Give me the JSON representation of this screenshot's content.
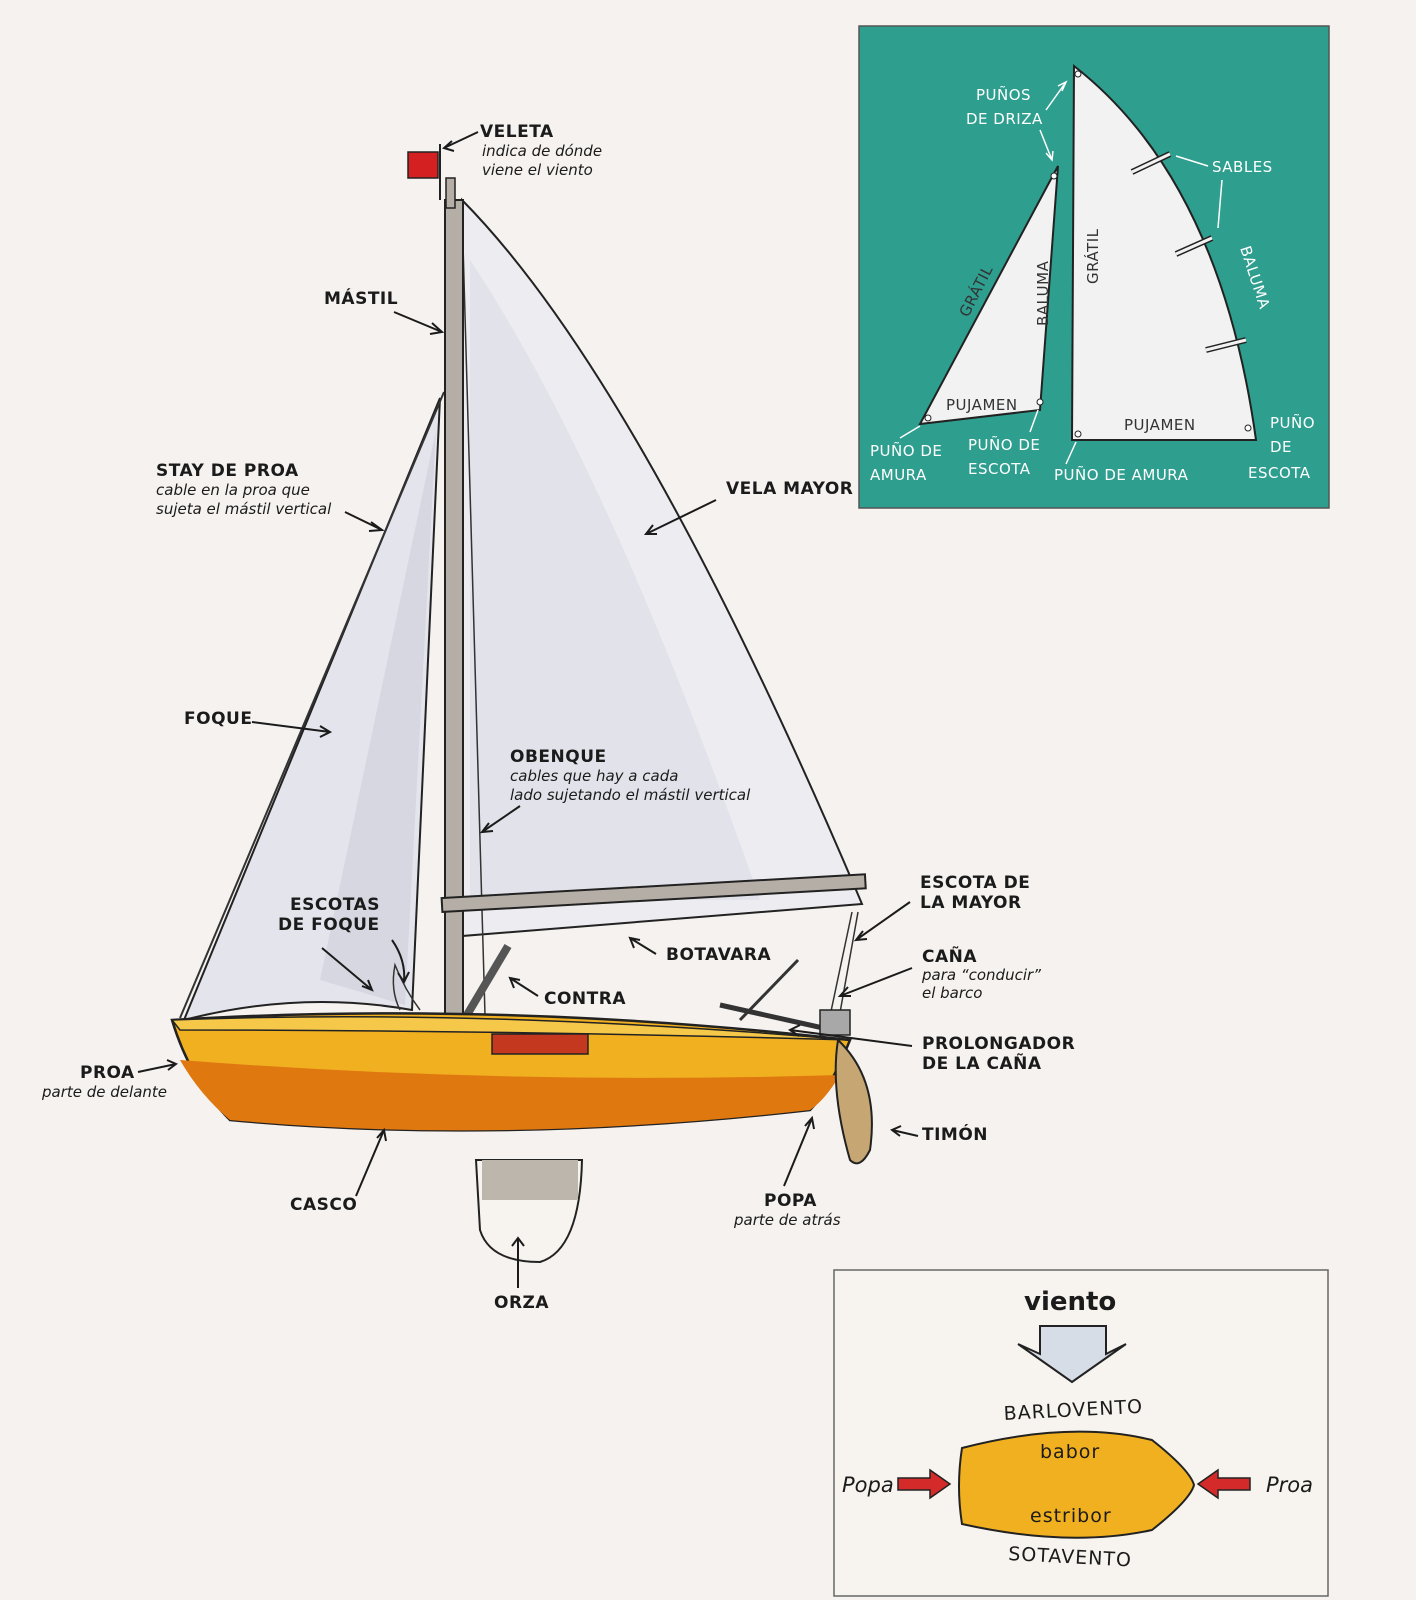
{
  "boat_labels": {
    "veleta": {
      "title": "VELETA",
      "line1": "indica de dónde",
      "line2": "viene el viento"
    },
    "mastil": "MÁSTIL",
    "stay": {
      "title": "STAY DE PROA",
      "line1": "cable en la proa que",
      "line2": "sujeta el mástil vertical"
    },
    "vela_mayor": "VELA MAYOR",
    "foque": "FOQUE",
    "obenque": {
      "title": "OBENQUE",
      "line1": "cables que hay a cada",
      "line2": "lado sujetando el mástil vertical"
    },
    "escota_mayor": {
      "line1": "ESCOTA DE",
      "line2": "LA MAYOR"
    },
    "escotas_foque": {
      "line1": "ESCOTAS",
      "line2": "DE FOQUE"
    },
    "botavara": "BOTAVARA",
    "cana": {
      "title": "CAÑA",
      "line1": "para “conducir”",
      "line2": "el barco"
    },
    "contra": "CONTRA",
    "prolongador": {
      "line1": "PROLONGADOR",
      "line2": "DE LA CAÑA"
    },
    "proa": {
      "title": "PROA",
      "line1": "parte de delante"
    },
    "timon": "TIMÓN",
    "popa": {
      "title": "POPA",
      "line1": "parte de atrás"
    },
    "casco": "CASCO",
    "orza": "ORZA"
  },
  "sails_inset": {
    "punos_driza": {
      "line1": "PUÑOS",
      "line2": "DE DRIZA"
    },
    "sables": "SABLES",
    "gratil_left": "GRÁTIL",
    "baluma_left": "BALUMA",
    "gratil_right": "GRÁTIL",
    "baluma_right": "BALUMA",
    "pujamen_left": "PUJAMEN",
    "pujamen_right": "PUJAMEN",
    "puno_amura_left": {
      "line1": "PUÑO DE",
      "line2": "AMURA"
    },
    "puno_escota_left": {
      "line1": "PUÑO DE",
      "line2": "ESCOTA"
    },
    "puno_amura_right": "PUÑO DE AMURA",
    "puno_escota_right": {
      "line1": "PUÑO",
      "line2": "DE",
      "line3": "ESCOTA"
    }
  },
  "wind_box": {
    "title": "viento",
    "barlovento": "BARLOVENTO",
    "babor": "babor",
    "estribor": "estribor",
    "sotavento": "SOTAVENTO",
    "popa": "Popa",
    "proa": "Proa"
  },
  "colors": {
    "background": "#f5f2ef",
    "inset_teal": "#2e9e8e",
    "hull_yellow": "#f0b020",
    "hull_orange": "#e07810",
    "flag_red": "#d42020",
    "sail_white": "#eeeef2",
    "arrow_red": "#d42a2a",
    "wind_arrow": "#d7dde6"
  }
}
